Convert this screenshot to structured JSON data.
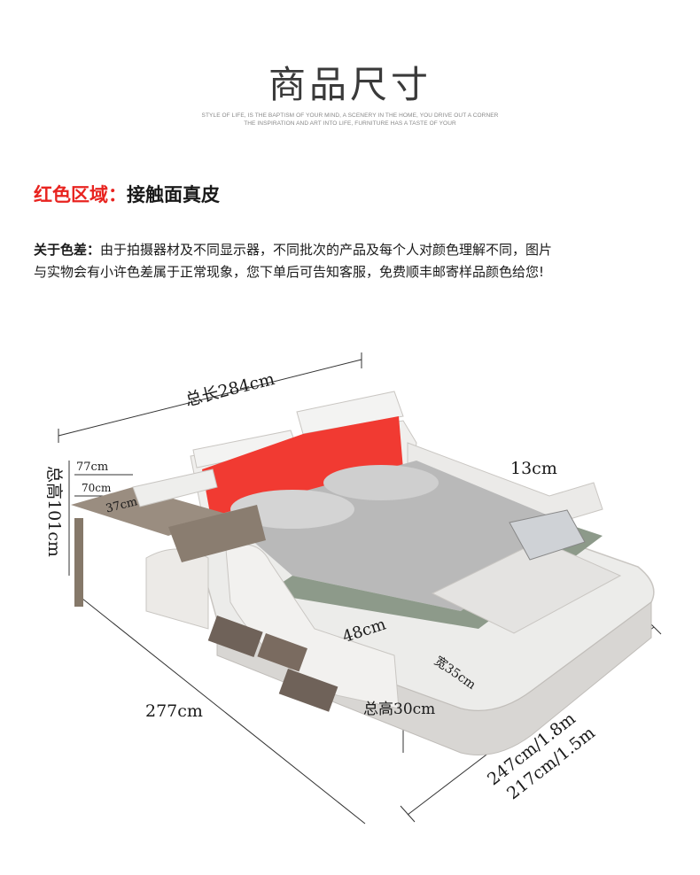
{
  "header": {
    "title": "商品尺寸",
    "subtitle_line1": "STYLE OF LIFE, IS THE BAPTISM OF YOUR MIND, A SCENERY IN THE HOME, YOU DRIVE OUT A CORNER",
    "subtitle_line2": "THE INSPIRATION AND ART INTO LIFE, FURNITURE HAS A TASTE OF YOUR"
  },
  "red_zone": {
    "label": "红色区域：",
    "value": "接触面真皮"
  },
  "color_note": {
    "label": "关于色差：",
    "line1": "由于拍摄器材及不同显示器，不同批次的产品及每个人对颜色理解不同，图片",
    "line2": "与实物会有小许色差属于正常现象，您下单后可告知客服，免费顺丰邮寄样品颜色给您!"
  },
  "dimensions": {
    "total_length": "总长284cm",
    "total_height_label": "总高101cm",
    "d77": "77cm",
    "d70": "70cm",
    "d37": "37cm",
    "d13": "13cm",
    "d48": "48cm",
    "width35": "宽35cm",
    "height30": "总高30cm",
    "d277": "277cm",
    "w18": "247cm/1.8m",
    "w15": "217cm/1.5m"
  },
  "colors": {
    "accent_red": "#e8231f",
    "leather_white": "#e9e7e4",
    "wood": "#8a7d70"
  }
}
